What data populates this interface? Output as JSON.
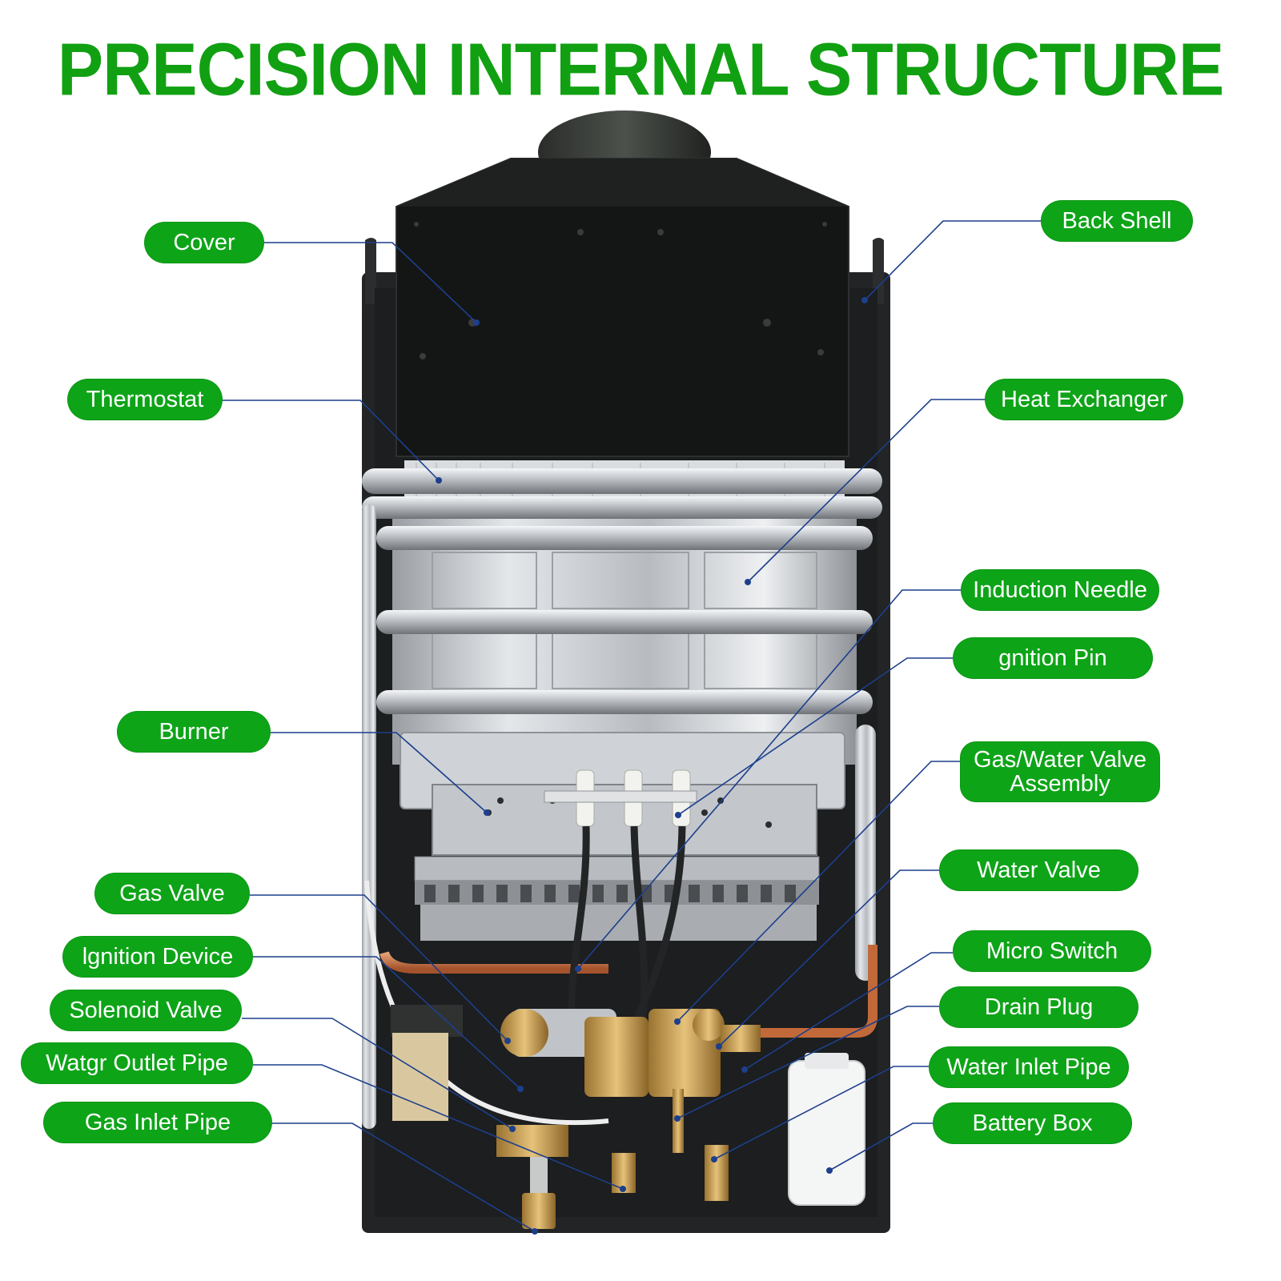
{
  "title": "PRECISION INTERNAL STRUCTURE",
  "colors": {
    "title_green": "#11a012",
    "label_green": "#0ea418",
    "label_text": "#ffffff",
    "leader_line": "#1d3f8c"
  },
  "labels": {
    "cover": "Cover",
    "thermostat": "Thermostat",
    "burner": "Burner",
    "gas_valve": "Gas Valve",
    "ignition_device": "lgnition Device",
    "solenoid_valve": "Solenoid Valve",
    "water_outlet_pipe": "Watgr Outlet Pipe",
    "gas_inlet_pipe": "Gas Inlet Pipe",
    "back_shell": "Back Shell",
    "heat_exchanger": "Heat Exchanger",
    "induction_needle": "Induction Needle",
    "ignition_pin": "gnition Pin",
    "gas_water_valve_line1": "Gas/Water Valve",
    "gas_water_valve_line2": "Assembly",
    "water_valve": "Water Valve",
    "micro_switch": "Micro Switch",
    "drain_plug": "Drain Plug",
    "water_inlet_pipe": "Water Inlet Pipe",
    "battery_box": "Battery Box"
  }
}
